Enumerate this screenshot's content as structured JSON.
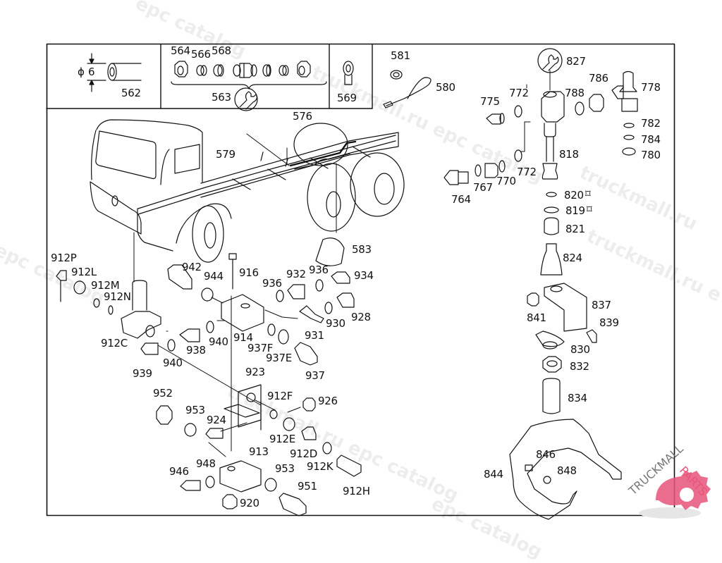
{
  "header_cells": {
    "pipe": {
      "diameter_symbol": "ϕ",
      "diameter_value": "6",
      "part": "562"
    },
    "fittings": {
      "parts_top": [
        "564",
        "566",
        "568"
      ],
      "group_part": "563",
      "icon": "wrench-icon"
    },
    "eye": {
      "part": "569"
    }
  },
  "labels": {
    "l581": "581",
    "l580": "580",
    "l576": "576",
    "l579": "579",
    "l583": "583",
    "l827": "827",
    "l786": "786",
    "l778": "778",
    "l775": "775",
    "l772a": "772",
    "l788": "788",
    "l782": "782",
    "l784": "784",
    "l780": "780",
    "l818": "818",
    "l772b": "772",
    "l770": "770",
    "l767": "767",
    "l764": "764",
    "l820": "820",
    "l819": "819",
    "l821": "821",
    "l824": "824",
    "l837": "837",
    "l841": "841",
    "l839": "839",
    "l830": "830",
    "l832": "832",
    "l834": "834",
    "l846": "846",
    "l848": "848",
    "l844": "844",
    "l912P": "912P",
    "l912L": "912L",
    "l912M": "912M",
    "l912N": "912N",
    "l912C": "912C",
    "l939": "939",
    "l940a": "940",
    "l938": "938",
    "l940b": "940",
    "l942": "942",
    "l944": "944",
    "l916": "916",
    "l914": "914",
    "l936a": "936",
    "l932": "932",
    "l936b": "936",
    "l934": "934",
    "l928": "928",
    "l930": "930",
    "l931": "931",
    "l937F": "937F",
    "l937E": "937E",
    "l937": "937",
    "l923": "923",
    "l912F": "912F",
    "l926": "926",
    "l952": "952",
    "l953a": "953",
    "l924": "924",
    "l912E": "912E",
    "l913": "913",
    "l912D": "912D",
    "l912K": "912K",
    "l946": "946",
    "l948": "948",
    "l953b": "953",
    "l951": "951",
    "l912H": "912H",
    "l920": "920"
  },
  "markers": {
    "l820": "ring-symbol",
    "l819": "ring-symbol"
  },
  "watermarks": [
    "epc catalog",
    "truckmall.ru epc catalog",
    "truckmall.ru",
    "epc catalog",
    "truckmall.ru epc catalog",
    "truckmall.ru e",
    "epc catalog"
  ],
  "logo": {
    "text_left": "TRUCKMALL",
    "text_right": "PARTS",
    "brand_color": "#e8547a"
  }
}
